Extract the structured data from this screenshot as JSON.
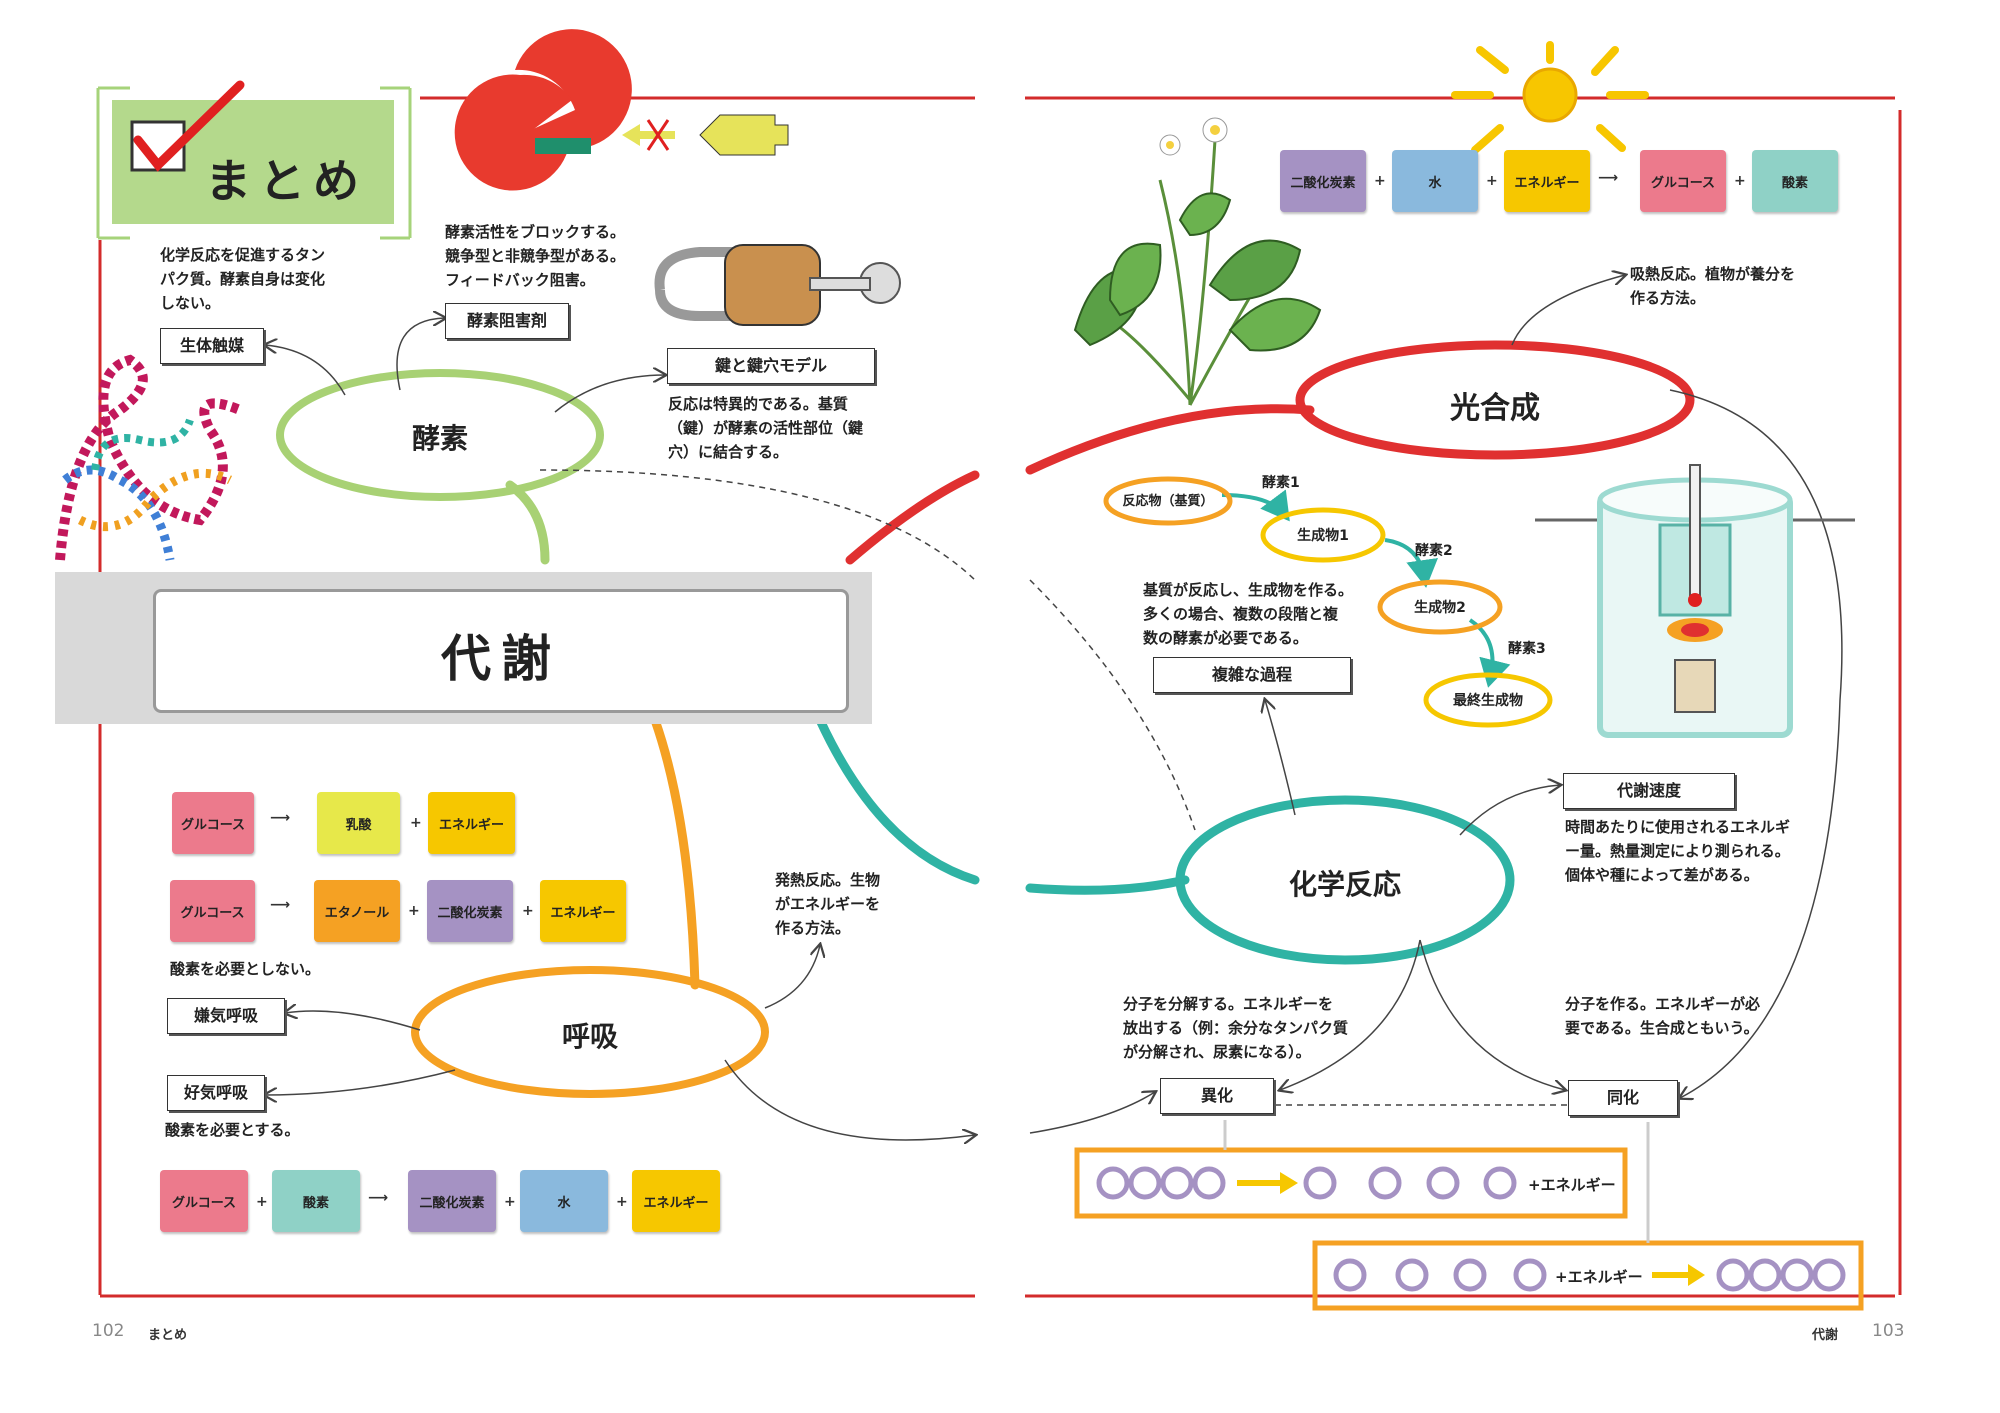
{
  "summary_heading": "まとめ",
  "center_title": "代謝",
  "hubs": {
    "enzyme": "酵素",
    "respiration": "呼吸",
    "photosynthesis": "光合成",
    "chemical_reaction": "化学反応"
  },
  "labels": {
    "biocatalyst": "生体触媒",
    "enzyme_inhibitor": "酵素阻害剤",
    "lock_and_key": "鍵と鍵穴モデル",
    "anaerobic": "嫌気呼吸",
    "aerobic": "好気呼吸",
    "complex_process": "複雑な過程",
    "metabolic_rate": "代謝速度",
    "catabolism": "異化",
    "anabolism": "同化"
  },
  "notes": {
    "biocatalyst": "化学反応を促進するタン\nパク質。酵素自身は変化\nしない。",
    "inhibitor": "酵素活性をブロックする。\n競争型と非競争型がある。\nフィードバック阻害。",
    "lock_key": "反応は特異的である。基質\n（鍵）が酵素の活性部位（鍵\n穴）に結合する。",
    "anaerobic": "酸素を必要としない。",
    "aerobic": "酸素を必要とする。",
    "respiration": "発熱反応。生物\nがエネルギーを\n作る方法。",
    "photosynthesis": "吸熱反応。植物が養分を\n作る方法。",
    "complex_process": "基質が反応し、生成物を作る。\n多くの場合、複数の段階と複\n数の酵素が必要である。",
    "metabolic_rate": "時間あたりに使用されるエネルギ\nー量。熱量測定により測られる。\n個体や種によって差がある。",
    "catabolism": "分子を分解する。エネルギーを\n放出する（例：余分なタンパク質\nが分解され、尿素になる）。",
    "anabolism": "分子を作る。エネルギーが必\n要である。生合成ともいう。"
  },
  "pathway": {
    "substrate": "反応物（基質）",
    "product1": "生成物1",
    "product2": "生成物2",
    "final": "最終生成物",
    "enzyme1": "酵素1",
    "enzyme2": "酵素2",
    "enzyme3": "酵素3"
  },
  "equations": {
    "anaerobic_lactic": [
      "グルコース",
      "乳酸",
      "エネルギー"
    ],
    "anaerobic_ethanol": [
      "グルコース",
      "エタノール",
      "二酸化炭素",
      "エネルギー"
    ],
    "aerobic": [
      "グルコース",
      "酸素",
      "二酸化炭素",
      "水",
      "エネルギー"
    ],
    "photosynthesis": [
      "二酸化炭素",
      "水",
      "エネルギー",
      "グルコース",
      "酸素"
    ]
  },
  "bead_energy": "+エネルギー",
  "footer": {
    "left_page": "102",
    "left_label": "まとめ",
    "right_label": "代謝",
    "right_page": "103"
  },
  "colors": {
    "red": "#e03030",
    "green": "#a8d174",
    "orange": "#f5a123",
    "teal": "#2fb3a4",
    "yellow": "#f6c700",
    "pink": "#ec7a8c",
    "lime": "#e7e84a",
    "purple": "#a592c3",
    "blue": "#8ab9dd",
    "mint": "#8fd1c6"
  }
}
